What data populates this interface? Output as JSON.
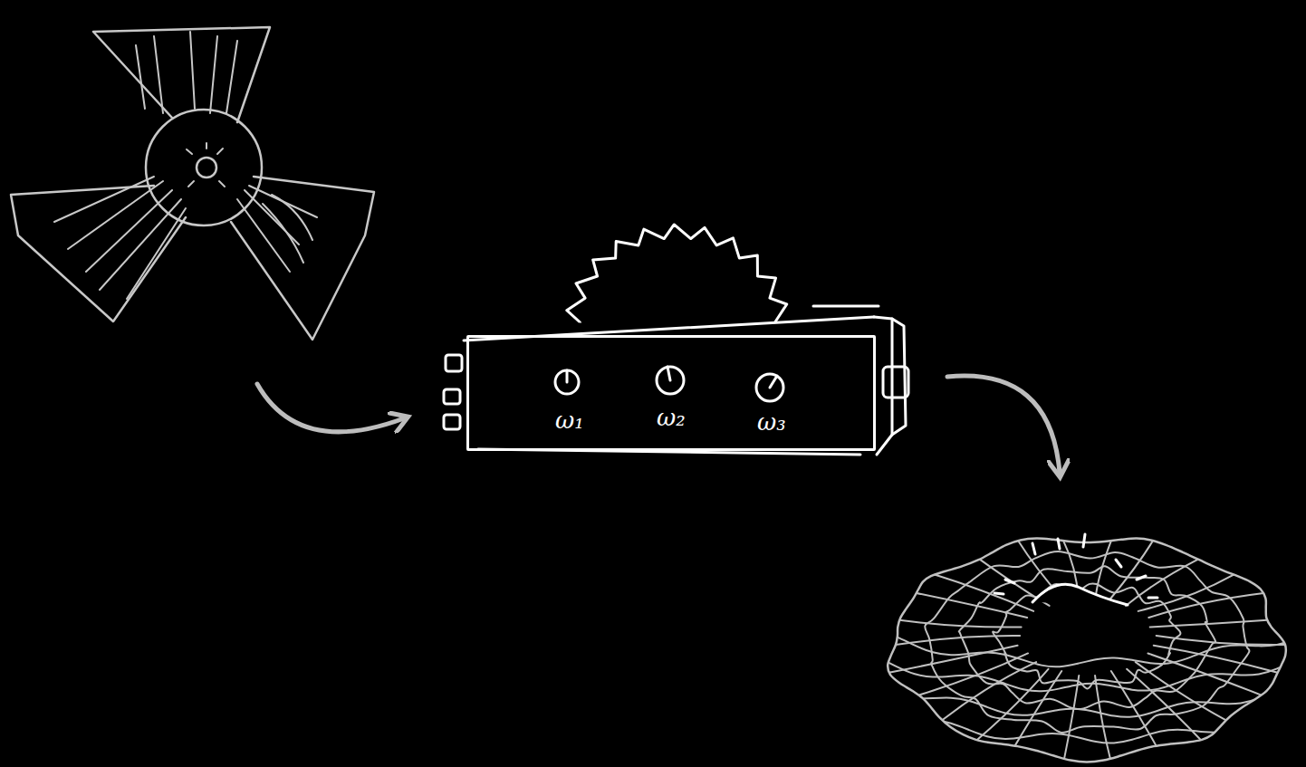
{
  "diagram": {
    "nodes": [
      {
        "text": [
          "ω₁",
          "ω₂",
          "ω₃"
        ]
      }
    ]
  }
}
